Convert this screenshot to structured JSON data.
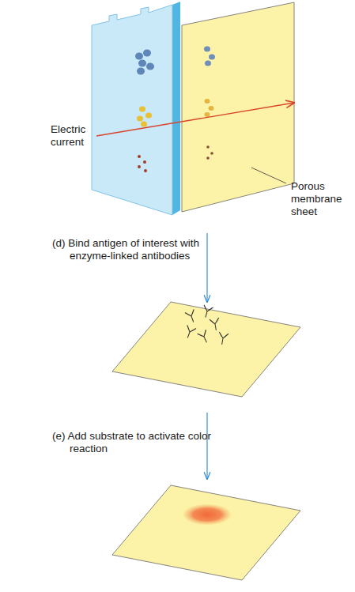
{
  "diagram": {
    "labels": [
      "Electric current",
      "Porous membrane sheet",
      "(d) Bind antigen of interest with enzyme-linked antibodies",
      "(e) Add substrate to activate color reaction"
    ]
  }
}
